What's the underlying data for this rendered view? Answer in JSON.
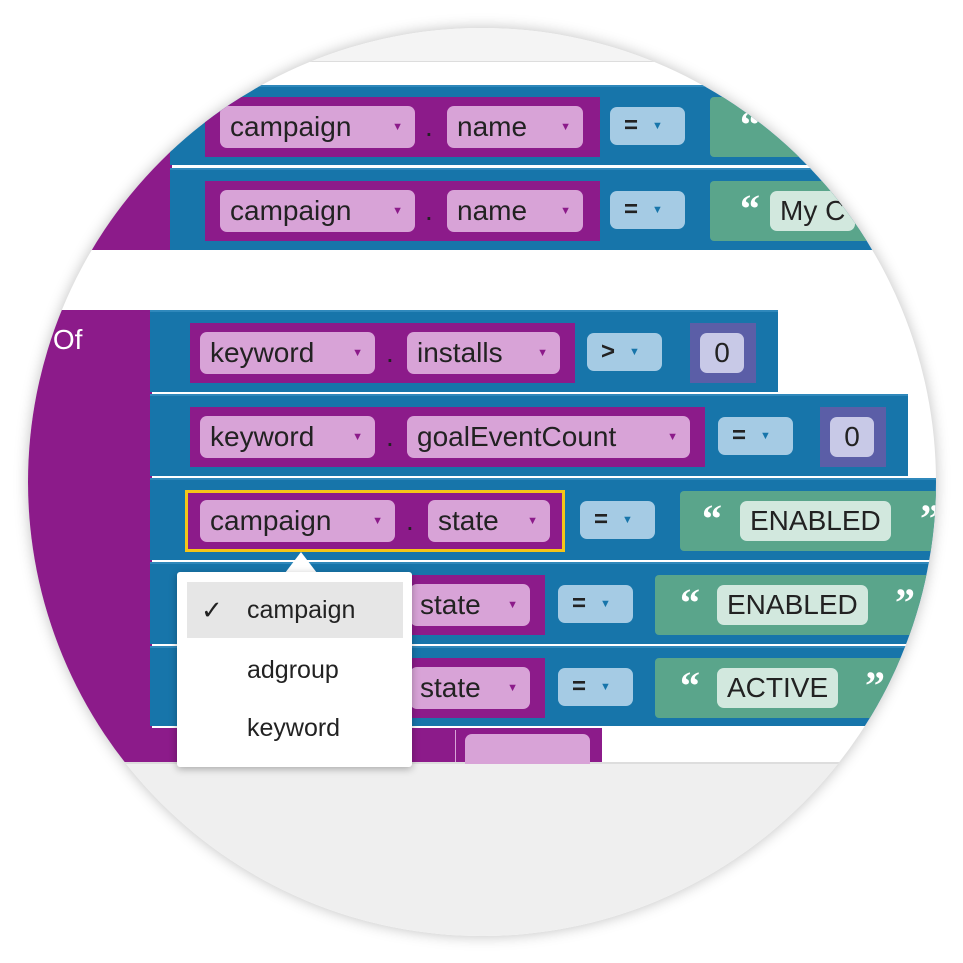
{
  "colors": {
    "logic_block": "#8c1b8a",
    "compare_block": "#1775aa",
    "field_pill": "#d8a3d7",
    "operator_pill": "#a5cbe4",
    "text_block": "#5aa58b",
    "number_block": "#5b5ea7",
    "selection_outline": "#f5c518"
  },
  "group1": {
    "rows": [
      {
        "entity": "campaign",
        "field": "name",
        "operator": "=",
        "text": ""
      },
      {
        "entity": "campaign",
        "field": "name",
        "operator": "=",
        "text": "My C"
      }
    ]
  },
  "group2": {
    "label": "All Of",
    "rows": [
      {
        "entity": "keyword",
        "field": "installs",
        "operator": ">",
        "number": "0"
      },
      {
        "entity": "keyword",
        "field": "goalEventCount",
        "operator": "=",
        "number": "0"
      },
      {
        "entity": "campaign",
        "field": "state",
        "operator": "=",
        "text": "ENABLED"
      },
      {
        "field": "state",
        "operator": "=",
        "text": "ENABLED"
      },
      {
        "field": "state",
        "operator": "=",
        "text": "ACTIVE"
      }
    ]
  },
  "quote_open": "“",
  "quote_close": "”",
  "dot": ".",
  "dropdown": {
    "checkmark": "✓",
    "items": [
      {
        "label": "campaign",
        "selected": true
      },
      {
        "label": "adgroup",
        "selected": false
      },
      {
        "label": "keyword",
        "selected": false
      }
    ]
  }
}
